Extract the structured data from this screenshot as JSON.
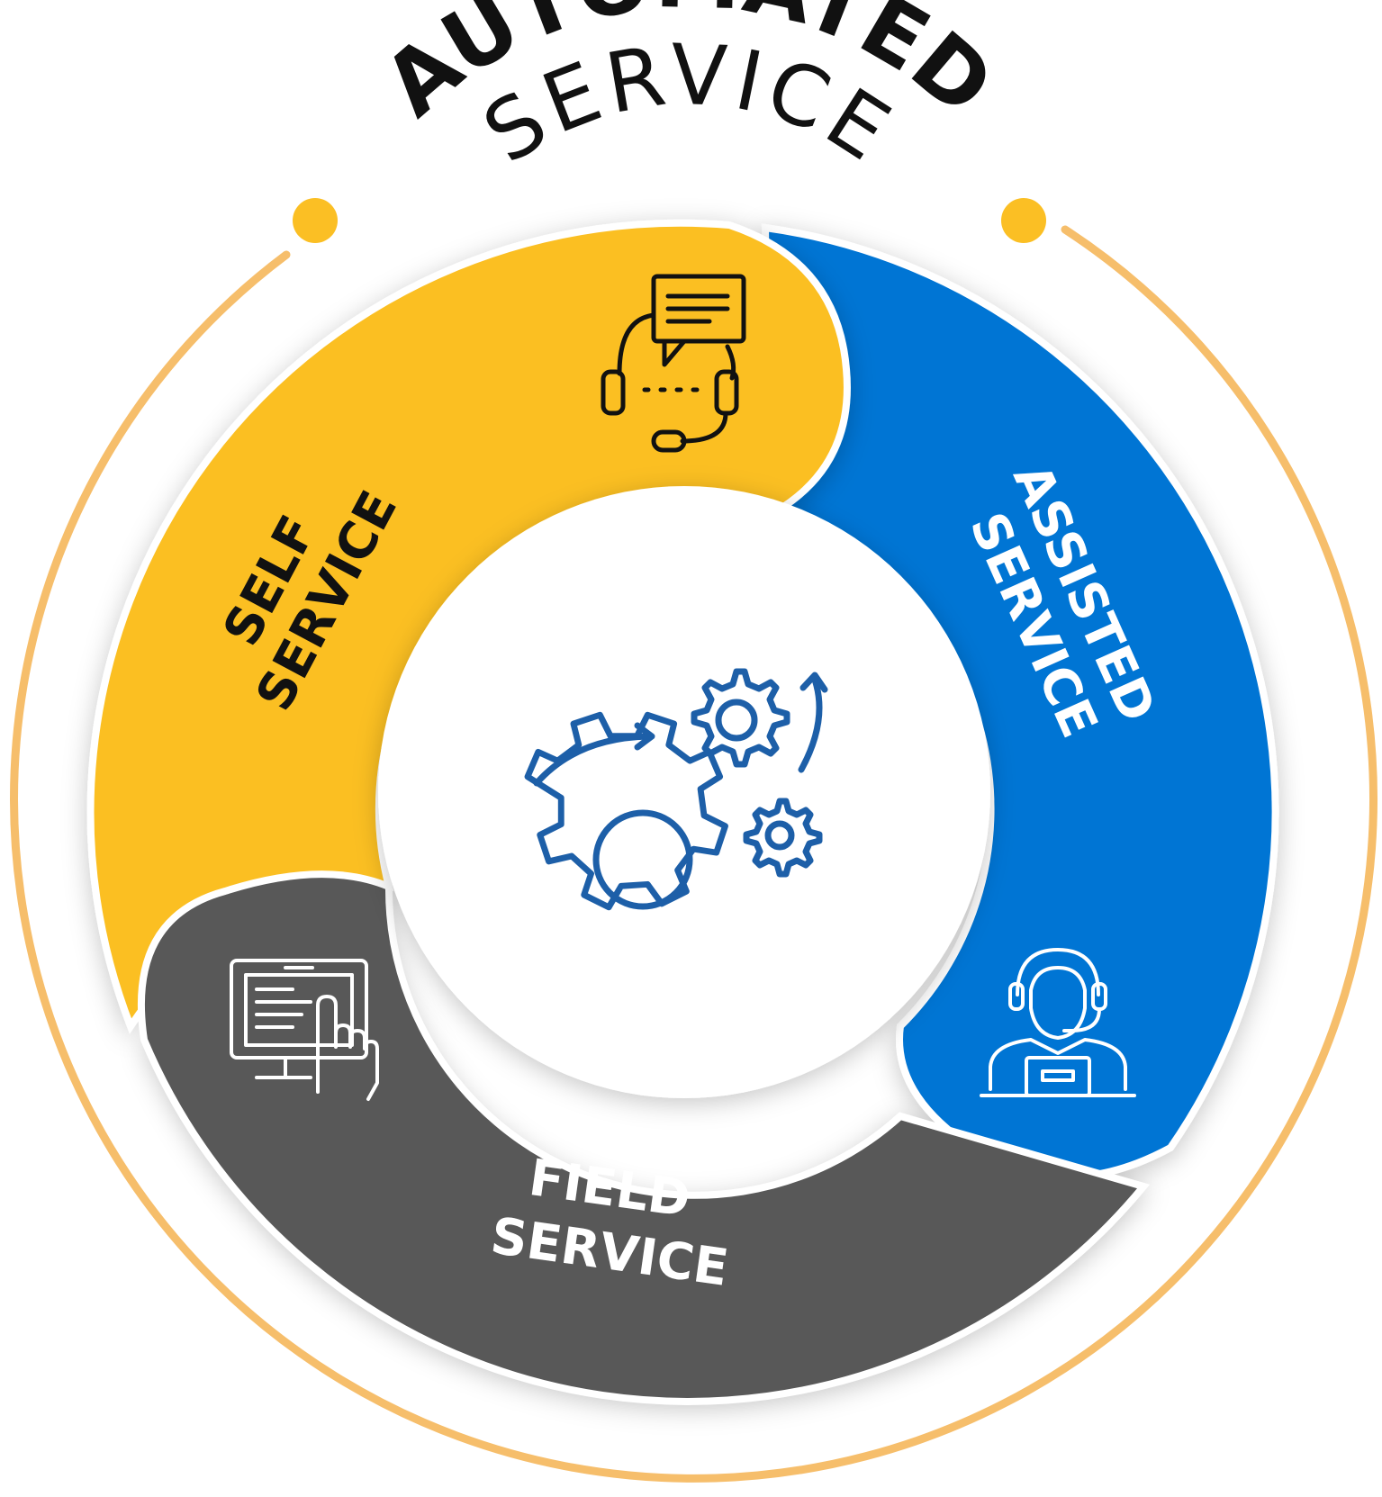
{
  "title": {
    "line1": "AUTOMATED",
    "line2": "SERVICE"
  },
  "segments": [
    {
      "id": "self-service",
      "label_line1": "SELF",
      "label_line2": "SERVICE",
      "color": "#FBBF24",
      "text_color": "#111111",
      "icon": "headset-chat-icon"
    },
    {
      "id": "assisted-service",
      "label_line1": "ASSISTED",
      "label_line2": "SERVICE",
      "color": "#0274D4",
      "text_color": "#ffffff",
      "icon": "support-agent-icon"
    },
    {
      "id": "field-service",
      "label_line1": "FIELD",
      "label_line2": "SERVICE",
      "color": "#585858",
      "text_color": "#ffffff",
      "icon": "touch-screen-icon"
    }
  ],
  "center_icon": "gears-cycle-icon",
  "colors": {
    "outer_ring": "#F6BE6B",
    "ring_dots": "#FBBF24",
    "gear_icon": "#1D5FA8",
    "background": "#ffffff"
  }
}
